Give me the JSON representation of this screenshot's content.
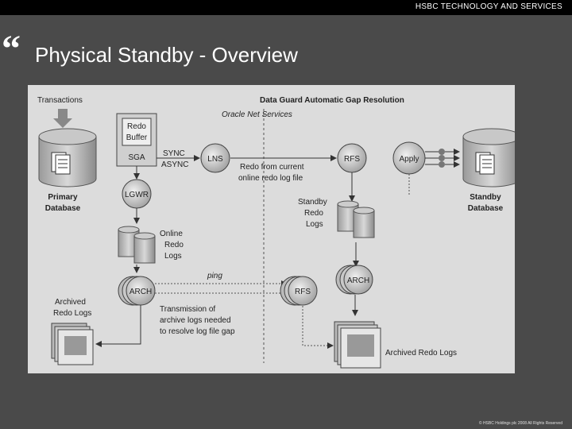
{
  "header": {
    "brand": "HSBC TECHNOLOGY AND SERVICES"
  },
  "slide": {
    "quote_mark": "“",
    "title": "Physical Standby - Overview"
  },
  "diagram": {
    "transactions": "Transactions",
    "heading": "Data Guard Automatic Gap Resolution",
    "oracle_net": "Oracle Net Services",
    "redo_buffer_1": "Redo",
    "redo_buffer_2": "Buffer",
    "sga": "SGA",
    "sync": "SYNC",
    "async": "ASYNC",
    "lns": "LNS",
    "redo_current_1": "Redo from current",
    "redo_current_2": "online redo log file",
    "rfs_top": "RFS",
    "apply": "Apply",
    "primary_1": "Primary",
    "primary_2": "Database",
    "standby_1": "Standby",
    "standby_2": "Database",
    "lgwr": "LGWR",
    "online_1": "Online",
    "online_2": "Redo",
    "online_3": "Logs",
    "standby_redo_1": "Standby",
    "standby_redo_2": "Redo",
    "standby_redo_3": "Logs",
    "ping": "ping",
    "arch_left": "ARCH",
    "rfs_bottom": "RFS",
    "arch_right": "ARCH",
    "archived_left_1": "Archived",
    "archived_left_2": "Redo Logs",
    "transmission_1": "Transmission of",
    "transmission_2": "archive logs needed",
    "transmission_3": "to resolve log file gap",
    "archived_right": "Archived Redo Logs"
  },
  "footer": {
    "copyright": "© HSBC Holdings plc 2008 All Rights Reserved"
  }
}
